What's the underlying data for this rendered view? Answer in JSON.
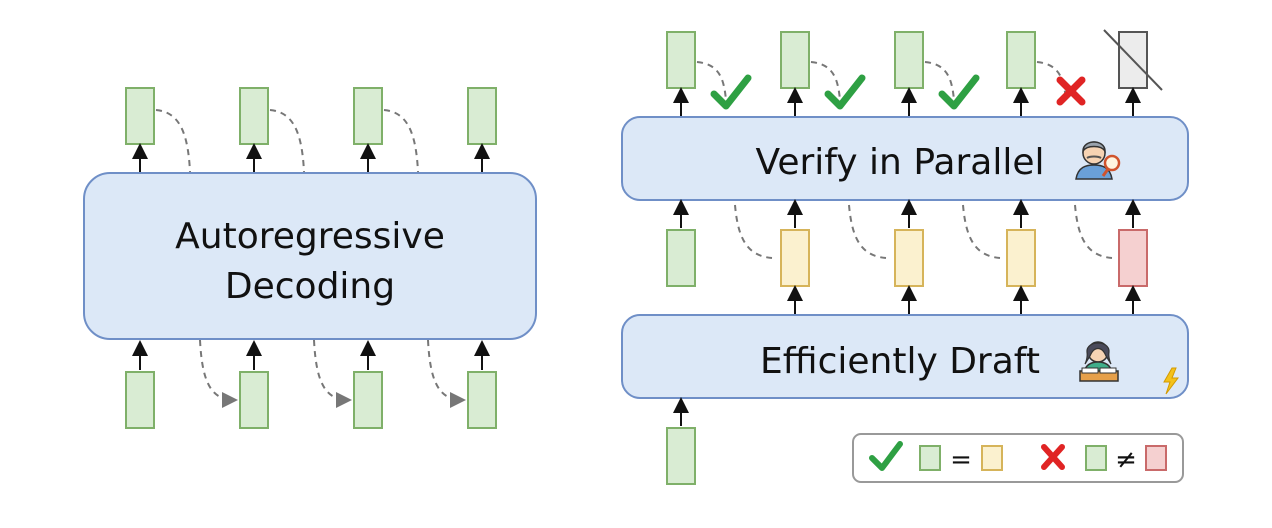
{
  "left_panel": {
    "block_label_line1": "Autoregressive",
    "block_label_line2": "Decoding"
  },
  "right_panel": {
    "verify_label": "Verify in Parallel",
    "draft_label": "Efficiently Draft"
  },
  "legend": {
    "accept_relation": "=",
    "reject_relation": "≠"
  },
  "colors": {
    "block_fill": "#dce8f7",
    "block_stroke": "#6f8fc7",
    "token_green_fill": "#d9ecd3",
    "token_green_stroke": "#7fb069",
    "token_yellow_fill": "#fbf1cf",
    "token_yellow_stroke": "#d6b45a",
    "token_red_fill": "#f5d0d0",
    "token_red_stroke": "#c96a6a",
    "check_color": "#2ea043",
    "cross_color": "#e02424"
  },
  "icons": [
    "check-icon",
    "cross-icon",
    "verifier-person-icon",
    "drafter-person-icon",
    "lightning-icon"
  ]
}
